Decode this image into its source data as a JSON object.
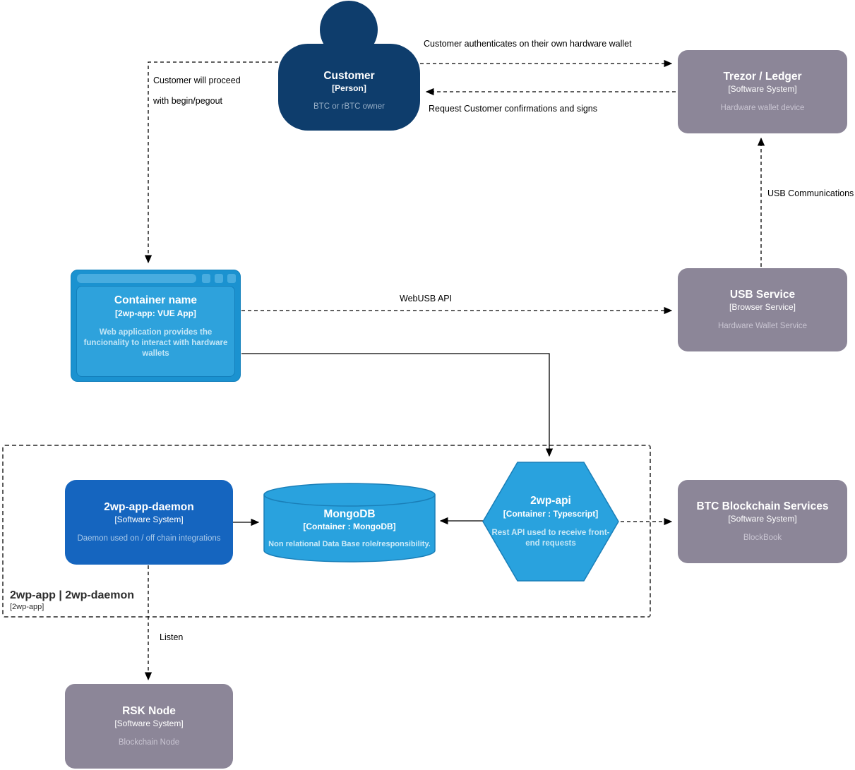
{
  "diagram": {
    "nodes": {
      "customer": {
        "title": "Customer",
        "subtitle": "[Person]",
        "description": "BTC or rBTC owner"
      },
      "trezor": {
        "title": "Trezor / Ledger",
        "subtitle": "[Software System]",
        "description": "Hardware wallet device"
      },
      "webapp": {
        "title": "Container name",
        "subtitle": "[2wp-app: VUE App]",
        "description": "Web application provides the funcionality to interact with hardware wallets"
      },
      "usb_service": {
        "title": "USB Service",
        "subtitle": "[Browser Service]",
        "description": "Hardware Wallet Service"
      },
      "daemon": {
        "title": "2wp-app-daemon",
        "subtitle": "[Software System]",
        "description": "Daemon used on / off chain integrations"
      },
      "mongodb": {
        "title": "MongoDB",
        "subtitle": "[Container : MongoDB]",
        "description": "Non relational Data Base role/responsibility."
      },
      "api": {
        "title": "2wp-api",
        "subtitle": "[Container : Typescript]",
        "description": "Rest API used to receive front-end requests"
      },
      "btc": {
        "title": "BTC Blockchain Services",
        "subtitle": "[Software System]",
        "description": "BlockBook"
      },
      "rsk": {
        "title": "RSK Node",
        "subtitle": "[Software System]",
        "description": "Blockchain Node"
      }
    },
    "boundary": {
      "title": "2wp-app | 2wp-daemon",
      "subtitle": "[2wp-app]"
    },
    "edge_labels": {
      "auth": "Customer authenticates on their own hardware wallet",
      "confirm": "Request Customer confirmations and signs",
      "proceed_line1": "Customer will proceed",
      "proceed_line2": "with begin/pegout",
      "usb_comm": "USB Communications",
      "webusb": "WebUSB API",
      "listen": "Listen"
    },
    "colors": {
      "person": "#0E3D6C",
      "external_system": "#8C8698",
      "container_light_blue": "#29A2DE",
      "daemon_blue": "#1565BF",
      "webapp_frame": "#1B92D0",
      "edge": "#000000"
    }
  }
}
